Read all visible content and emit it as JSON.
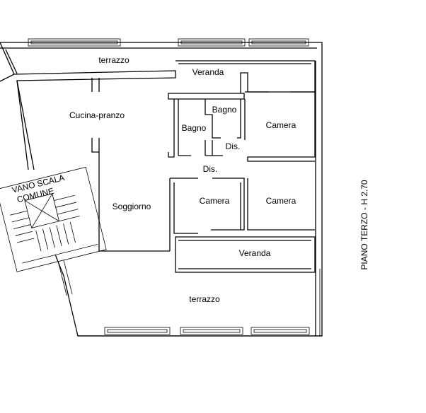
{
  "plan": {
    "rooms": {
      "terrazzo_top": "terrazzo",
      "veranda_top": "Veranda",
      "cucina": "Cucina-pranzo",
      "bagno1": "Bagno",
      "bagno2": "Bagno",
      "camera1": "Camera",
      "dis1": "Dis.",
      "dis2": "Dis.",
      "vano_scala_1": "VANO SCALA",
      "vano_scala_2": "COMUNE",
      "soggiorno": "Soggiorno",
      "camera2": "Camera",
      "camera3": "Camera",
      "veranda_bottom": "Veranda",
      "terrazzo_bottom": "terrazzo"
    },
    "floor_label": "PIANO TERZO  -  H 2.70"
  }
}
